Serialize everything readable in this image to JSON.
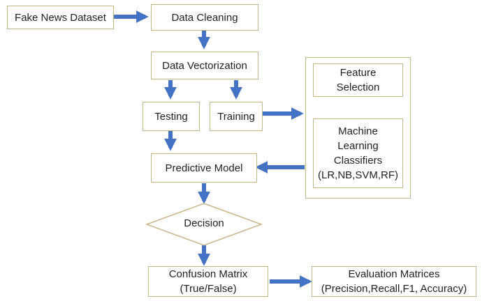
{
  "nodes": {
    "dataset": "Fake News Dataset",
    "cleaning": "Data Cleaning",
    "vectorization": "Data Vectorization",
    "testing": "Testing",
    "training": "Training",
    "feature_selection": [
      "Feature",
      "Selection"
    ],
    "classifiers": [
      "Machine",
      "Learning",
      "Classifiers",
      "(LR,NB,SVM,RF)"
    ],
    "predictive_model": "Predictive Model",
    "decision": "Decision",
    "confusion_matrix": [
      "Confusion Matrix",
      "(True/False)"
    ],
    "evaluation": [
      "Evaluation Matrices",
      "(Precision,Recall,F1, Accuracy)"
    ]
  },
  "colors": {
    "arrow": "#4472c4",
    "border": "#c8b68a",
    "text": "#1f1f1f"
  }
}
